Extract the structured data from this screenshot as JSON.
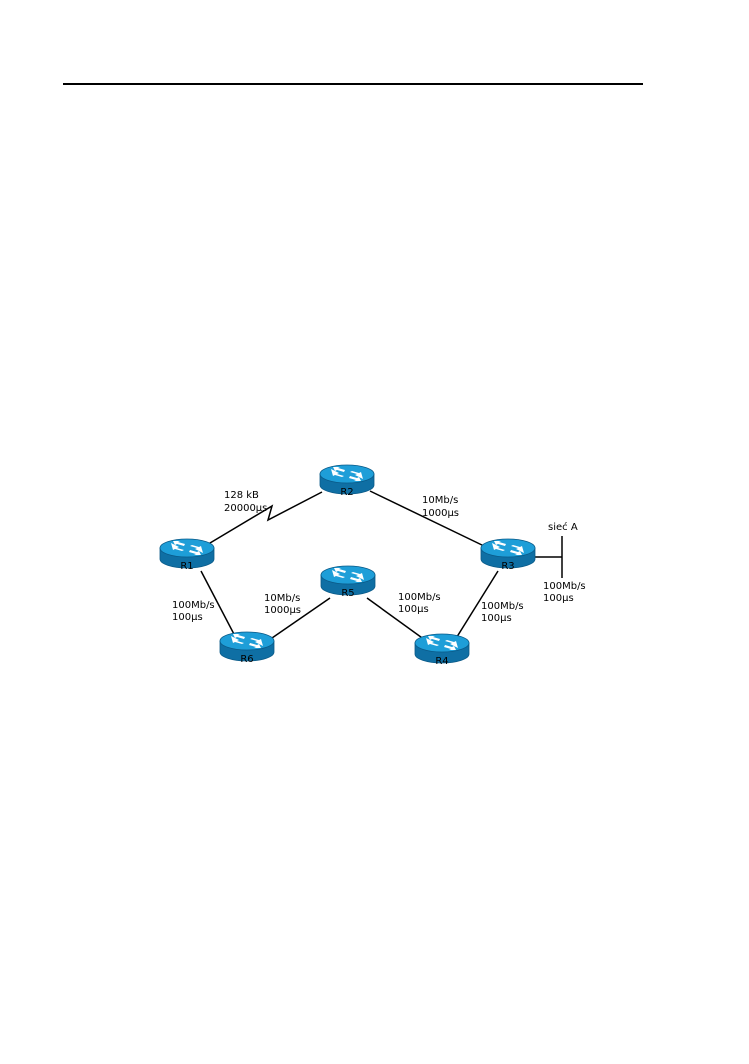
{
  "routers": [
    {
      "id": "r1",
      "label": "R1"
    },
    {
      "id": "r2",
      "label": "R2"
    },
    {
      "id": "r3",
      "label": "R3"
    },
    {
      "id": "r4",
      "label": "R4"
    },
    {
      "id": "r5",
      "label": "R5"
    },
    {
      "id": "r6",
      "label": "R6"
    }
  ],
  "links": {
    "r1_r2": {
      "bandwidth": "128 kB",
      "delay": "20000μs"
    },
    "r2_r3": {
      "bandwidth": "10Mb/s",
      "delay": "1000μs"
    },
    "r1_r6": {
      "bandwidth": "100Mb/s",
      "delay": "100μs"
    },
    "r6_r5": {
      "bandwidth": "10Mb/s",
      "delay": "1000μs"
    },
    "r5_r4": {
      "bandwidth": "100Mb/s",
      "delay": "100μs"
    },
    "r4_r3": {
      "bandwidth": "100Mb/s",
      "delay": "100μs"
    },
    "r3_net": {
      "bandwidth": "100Mb/s",
      "delay": "100μs"
    }
  },
  "network": {
    "label": "sieć A"
  },
  "colors": {
    "router_top": "#1e9ed8",
    "router_body": "#0f6fa4",
    "router_edge": "#0a5a88",
    "router_arrows": "#ffffff",
    "line": "#000000"
  }
}
